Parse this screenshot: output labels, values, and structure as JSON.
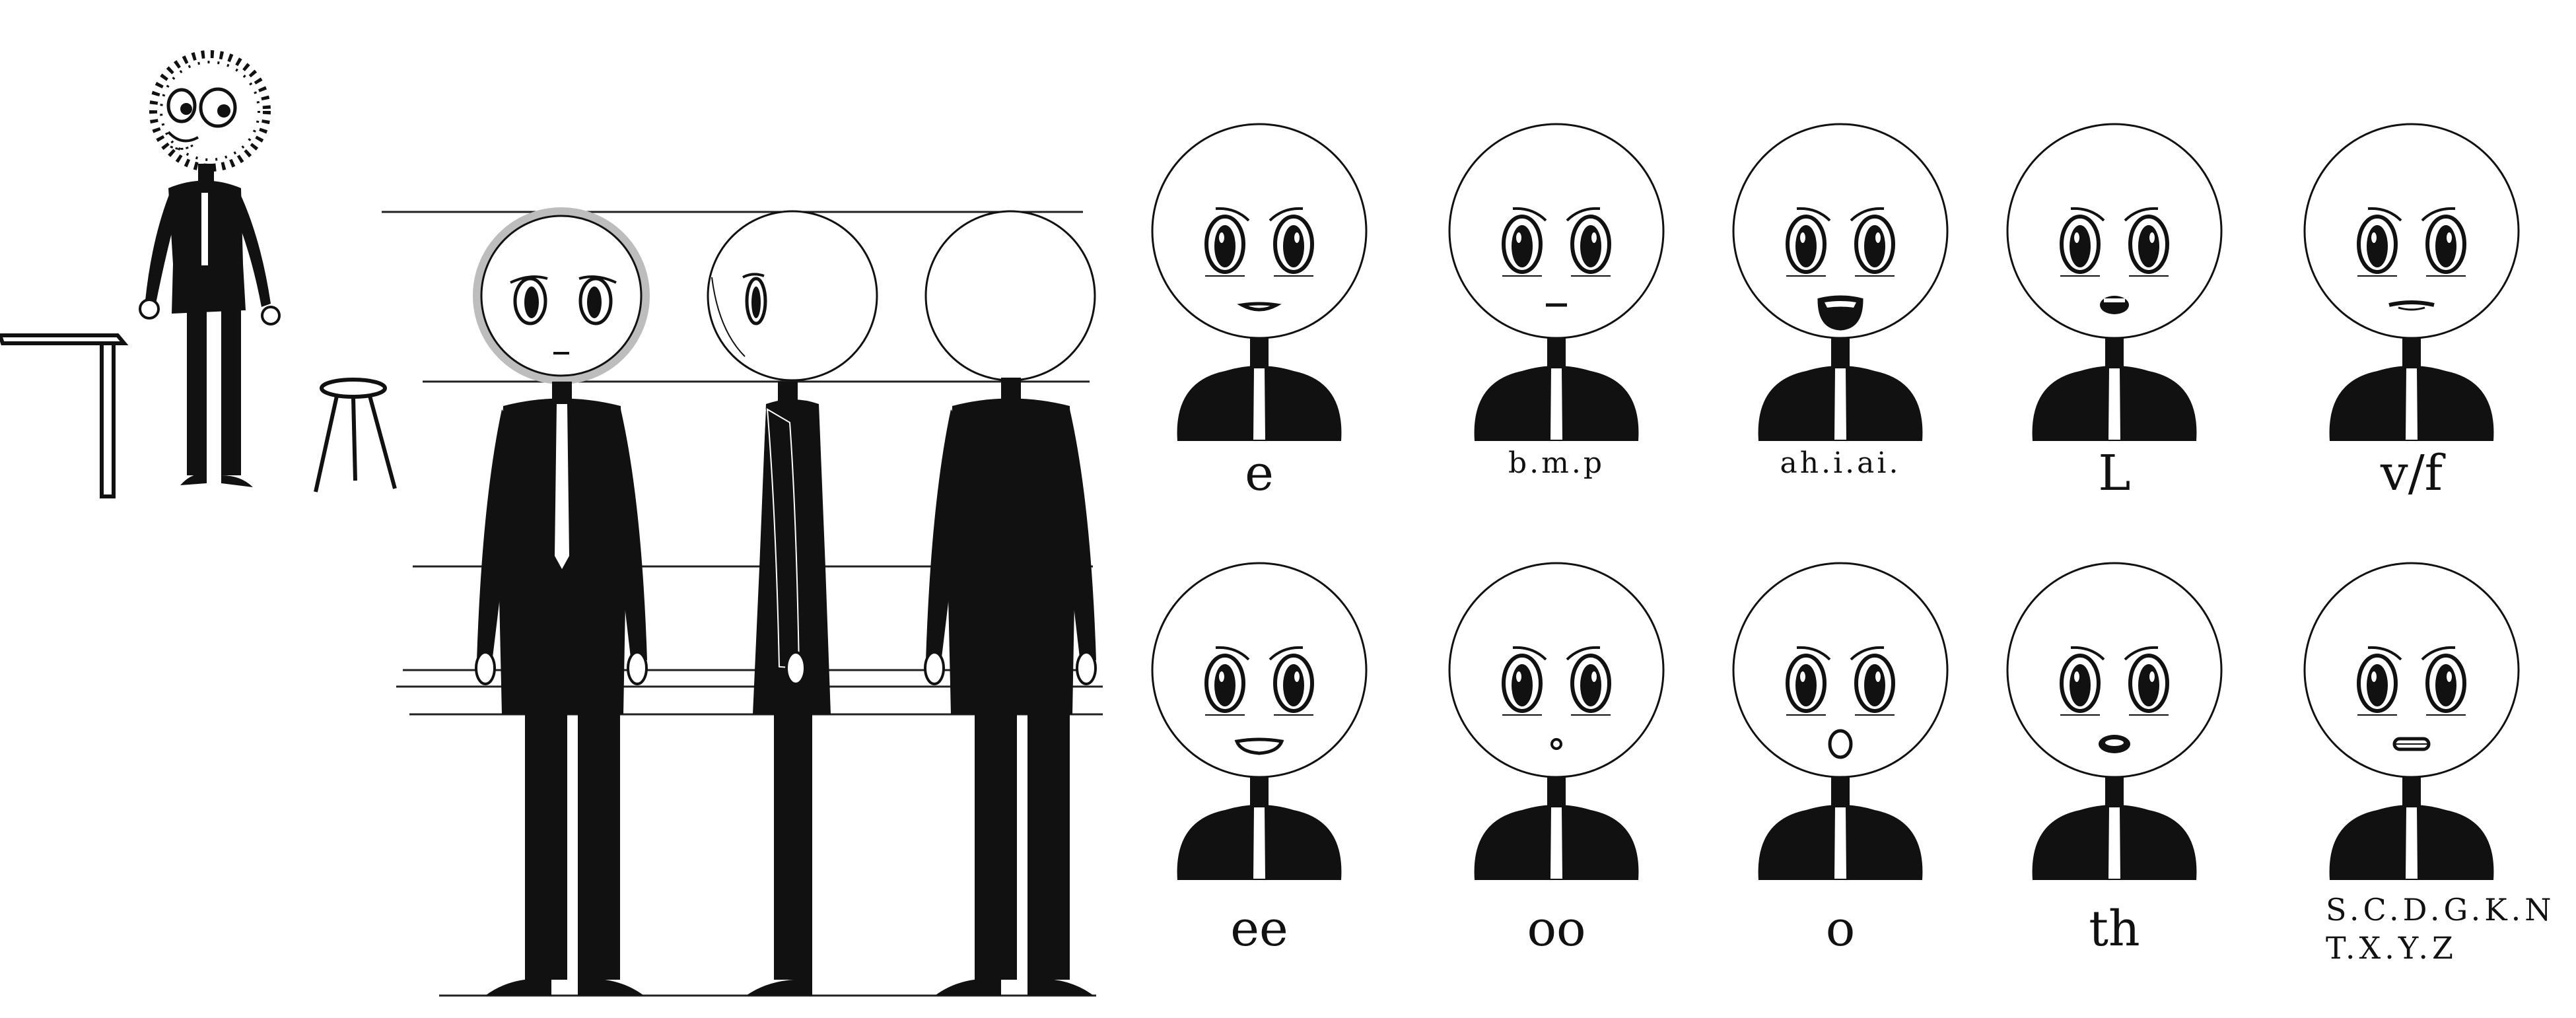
{
  "colors": {
    "ink": "#111111",
    "paper": "#ffffff",
    "tie": "#ffffff",
    "guide": "#222222",
    "head_rim": "#bdbdbd"
  },
  "concept_sketch": {
    "props": [
      "table",
      "stool"
    ]
  },
  "turnaround": {
    "views": [
      "front",
      "side",
      "back"
    ]
  },
  "mouth_chart": {
    "rows": [
      [
        {
          "id": "e",
          "label": "e",
          "mouth": "smile-small"
        },
        {
          "id": "bmp",
          "label": "b.m.p",
          "mouth": "closed-line"
        },
        {
          "id": "ahiai",
          "label": "ah.i.ai.",
          "mouth": "open-wide"
        },
        {
          "id": "l",
          "label": "L",
          "mouth": "open-teeth"
        },
        {
          "id": "vf",
          "label": "v/f",
          "mouth": "bite-lip"
        }
      ],
      [
        {
          "id": "ee",
          "label": "ee",
          "mouth": "wide-teeth"
        },
        {
          "id": "oo",
          "label": "oo",
          "mouth": "tiny-round"
        },
        {
          "id": "o",
          "label": "o",
          "mouth": "round"
        },
        {
          "id": "th",
          "label": "th",
          "mouth": "tongue"
        },
        {
          "id": "scdgkn",
          "label": "S.C.D.G.K.N\nT.X.Y.Z",
          "mouth": "teeth-closed"
        }
      ]
    ]
  }
}
